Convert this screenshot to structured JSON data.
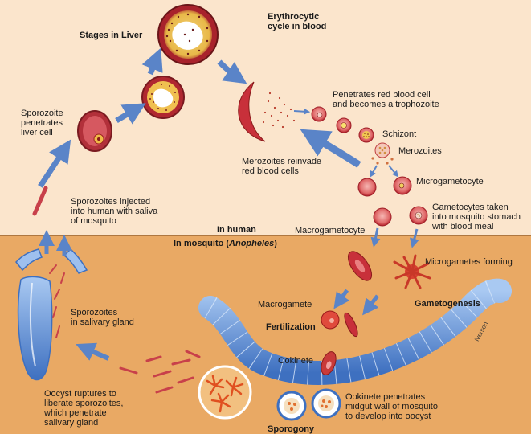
{
  "diagram": {
    "labels": {
      "stages_in_liver": "Stages in Liver",
      "erythrocytic_cycle": "Erythrocytic\ncycle in blood",
      "sporozoite_penetrates": "Sporozoite\npenetrates\nliver cell",
      "penetrates_rbc": "Penetrates red blood cell\nand becomes a trophozoite",
      "schizont": "Schizont",
      "merozoites": "Merozoites",
      "merozoites_reinvade": "Merozoites reinvade\nred blood cells",
      "microgametocyte": "Microgametocyte",
      "sporozoites_injected": "Sporozoites injected\ninto human with saliva\nof mosquito",
      "gametocytes_taken": "Gametocytes taken\ninto mosquito stomach\nwith blood meal",
      "in_human": "In human",
      "macrogametocyte": "Macrogametocyte",
      "in_mosquito": "In mosquito (",
      "anopheles": "Anopheles",
      "in_mosquito_close": ")",
      "microgametes_forming": "Microgametes forming",
      "macrogamete": "Macrogamete",
      "gametogenesis": "Gametogenesis",
      "fertilization": "Fertilization",
      "sporozoites_salivary": "Sporozoites\nin salivary gland",
      "ookinete": "Ookinete",
      "oocyst_ruptures": "Oocyst ruptures to\nliberate sporozoites,\nwhich penetrate\nsalivary gland",
      "ookinete_penetrates": "Ookinete penetrates\nmidgut wall of mosquito\nto develop into oocyst",
      "sporogony": "Sporogony"
    },
    "signature": "Iverson",
    "colors": {
      "human_bg": "#fbe5cc",
      "mosquito_bg": "#e9a964",
      "rbc": "#c8303a",
      "arrow": "#5a84c8",
      "gut": "#6c9ee0",
      "oocyst": "#e85a20"
    }
  }
}
